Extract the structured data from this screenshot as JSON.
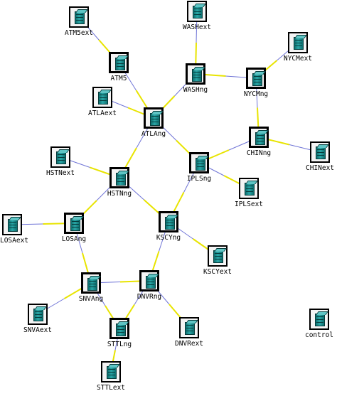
{
  "nodes": [
    {
      "id": "ATM5ext",
      "label": "ATM5ext"
    },
    {
      "id": "WASHext",
      "label": "WASHext"
    },
    {
      "id": "NYCMext",
      "label": "NYCMext"
    },
    {
      "id": "ATM5",
      "label": "ATM5"
    },
    {
      "id": "WASHng",
      "label": "WASHng"
    },
    {
      "id": "NYCMng",
      "label": "NYCMng"
    },
    {
      "id": "ATLAext",
      "label": "ATLAext"
    },
    {
      "id": "ATLAng",
      "label": "ATLAng"
    },
    {
      "id": "CHINng",
      "label": "CHINng"
    },
    {
      "id": "CHINext",
      "label": "CHINext"
    },
    {
      "id": "HSTNext",
      "label": "HSTNext"
    },
    {
      "id": "IPLSng",
      "label": "IPLSng"
    },
    {
      "id": "HSTNng",
      "label": "HSTNng"
    },
    {
      "id": "IPLSext",
      "label": "IPLSext"
    },
    {
      "id": "LOSAext",
      "label": "LOSAext"
    },
    {
      "id": "LOSAng",
      "label": "LOSAng"
    },
    {
      "id": "KSCYng",
      "label": "KSCYng"
    },
    {
      "id": "KSCYext",
      "label": "KSCYext"
    },
    {
      "id": "SNVAng",
      "label": "SNVAng"
    },
    {
      "id": "DNVRng",
      "label": "DNVRng"
    },
    {
      "id": "SNVAext",
      "label": "SNVAext"
    },
    {
      "id": "STTLng",
      "label": "STTLng"
    },
    {
      "id": "DNVRext",
      "label": "DNVRext"
    },
    {
      "id": "control",
      "label": "control"
    },
    {
      "id": "STTLext",
      "label": "STTLext"
    }
  ],
  "links": [
    [
      "ATM5ext",
      "ATM5"
    ],
    [
      "ATM5",
      "ATLAng"
    ],
    [
      "ATLAext",
      "ATLAng"
    ],
    [
      "WASHext",
      "WASHng"
    ],
    [
      "WASHng",
      "ATLAng"
    ],
    [
      "NYCMext",
      "NYCMng"
    ],
    [
      "NYCMng",
      "WASHng"
    ],
    [
      "NYCMng",
      "CHINng"
    ],
    [
      "CHINext",
      "CHINng"
    ],
    [
      "CHINng",
      "IPLSng"
    ],
    [
      "ATLAng",
      "IPLSng"
    ],
    [
      "ATLAng",
      "HSTNng"
    ],
    [
      "IPLSng",
      "IPLSext"
    ],
    [
      "IPLSng",
      "KSCYng"
    ],
    [
      "HSTNext",
      "HSTNng"
    ],
    [
      "HSTNng",
      "KSCYng"
    ],
    [
      "HSTNng",
      "LOSAng"
    ],
    [
      "LOSAext",
      "LOSAng"
    ],
    [
      "LOSAng",
      "SNVAng"
    ],
    [
      "KSCYng",
      "KSCYext"
    ],
    [
      "KSCYng",
      "DNVRng"
    ],
    [
      "SNVAng",
      "DNVRng"
    ],
    [
      "SNVAext",
      "SNVAng"
    ],
    [
      "SNVAng",
      "STTLng"
    ],
    [
      "DNVRng",
      "STTLng"
    ],
    [
      "DNVRng",
      "DNVRext"
    ],
    [
      "STTLng",
      "STTLext"
    ]
  ],
  "colors": {
    "link_blue": "#6f74d6",
    "link_yellow": "#e8e400",
    "server": "#1f8f8f"
  },
  "icon": "server-icon"
}
